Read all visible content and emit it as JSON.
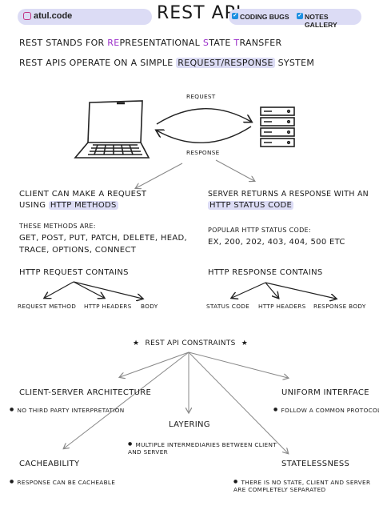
{
  "header": {
    "handle": "atul.code",
    "title": "REST API",
    "badges": [
      "CODING BUGS",
      "NOTES GALLERY"
    ]
  },
  "intro": {
    "line1": [
      "REST STANDS FOR ",
      "RE",
      "PRESENTATIONAL ",
      "S",
      "TATE ",
      "T",
      "RANSFER"
    ],
    "line2_pre": "REST APIS OPERATE ON A SIMPLE ",
    "line2_hl": "REQUEST/RESPONSE",
    "line2_post": " SYSTEM"
  },
  "flow": {
    "request": "REQUEST",
    "response": "RESPONSE"
  },
  "client": {
    "heading1": "CLIENT CAN MAKE A REQUEST",
    "heading2_pre": "USING ",
    "heading2_hl": "HTTP METHODS",
    "methods_label": "THESE METHODS ARE:",
    "methods_line1": "GET, POST, PUT, PATCH, DELETE, HEAD,",
    "methods_line2": "TRACE, OPTIONS, CONNECT",
    "contains": "HTTP REQUEST CONTAINS",
    "parts": [
      "REQUEST METHOD",
      "HTTP HEADERS",
      "BODY"
    ]
  },
  "server": {
    "heading1": "SERVER RETURNS A RESPONSE WITH AN",
    "heading2_hl": "HTTP STATUS CODE",
    "codes_label": "POPULAR HTTP STATUS CODE:",
    "codes_line": "EX, 200, 202, 403, 404, 500 ETC",
    "contains": "HTTP RESPONSE CONTAINS",
    "parts": [
      "STATUS CODE",
      "HTTP HEADERS",
      "RESPONSE BODY"
    ]
  },
  "constraints": {
    "title": "REST API CONSTRAINTS",
    "items": [
      {
        "name": "CLIENT-SERVER ARCHITECTURE",
        "note": "NO THIRD PARTY INTERPRETATION"
      },
      {
        "name": "UNIFORM INTERFACE",
        "note": "FOLLOW A COMMON PROTOCOL"
      },
      {
        "name": "LAYERING",
        "note": "MULTIPLE INTERMEDIARIES BETWEEN CLIENT AND SERVER"
      },
      {
        "name": "CACHEABILITY",
        "note": "RESPONSE CAN BE CACHEABLE"
      },
      {
        "name": "STATELESSNESS",
        "note": "THERE IS NO STATE, CLIENT AND SERVER ARE COMPLETELY SEPARATED"
      }
    ]
  },
  "colors": {
    "accent": "#dcdcf5",
    "purple_letter": "#9b2fc9",
    "instagram": "#c13584",
    "badge_blue": "#1d8fe1"
  }
}
